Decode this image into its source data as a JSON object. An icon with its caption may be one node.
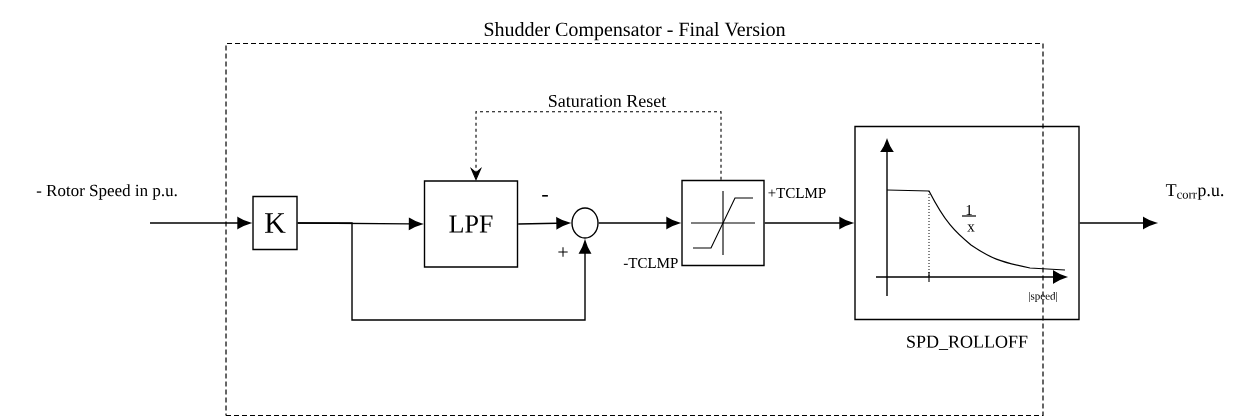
{
  "diagram": {
    "nodes": [
      {
        "text": [
          "Shudder Compensator - Final Version"
        ]
      },
      {
        "text": [
          "K"
        ],
        "in": 0
      },
      {
        "text": [
          "LPF"
        ],
        "in": 0
      },
      {
        "text": [],
        "shape": "circle",
        "in": 0
      },
      {
        "text": [],
        "shape": "box",
        "in": 0,
        "beside": [
          "+TCLMP",
          "-TCLMP"
        ]
      },
      {
        "text": [
          "SPD_ROLLOFF"
        ],
        "in": 0
      }
    ],
    "edges": [
      {
        "from": null,
        "to": 1,
        "arrow": "to",
        "label": "- Rotor Speed in p.u."
      },
      {
        "from": 1,
        "to": 2,
        "arrow": "to"
      },
      {
        "from": 1,
        "to": 3,
        "arrow": "to",
        "label": "+"
      },
      {
        "from": 2,
        "to": 3,
        "arrow": "to",
        "label": "-"
      },
      {
        "from": 3,
        "to": 4,
        "arrow": "to"
      },
      {
        "from": 4,
        "to": 2,
        "arrow": "to",
        "style": "dashed",
        "label": "Saturation Reset"
      },
      {
        "from": 4,
        "to": 5,
        "arrow": "to"
      },
      {
        "from": 5,
        "to": null,
        "arrow": "to",
        "label": "T$_{corr}$p.u."
      }
    ],
    "labels": [
      "1",
      "x",
      "|speed|"
    ]
  }
}
